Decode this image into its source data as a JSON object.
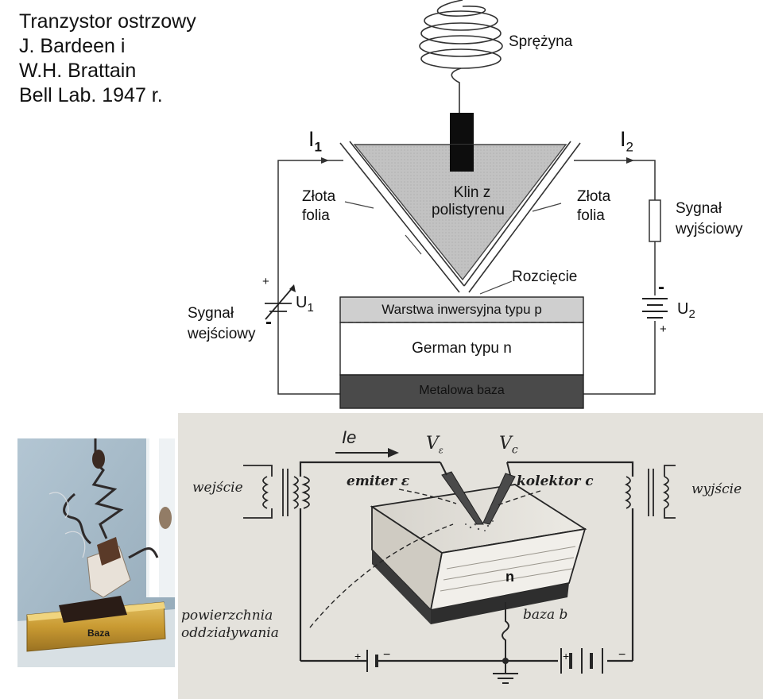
{
  "title": {
    "lines": [
      "Tranzystor ostrzowy",
      "J. Bardeen i",
      "W.H. Brattain",
      "Bell Lab. 1947 r."
    ]
  },
  "top_diagram": {
    "spring_label": "Sprężyna",
    "current_in": {
      "symbol": "I",
      "subscript": "1"
    },
    "current_out": {
      "symbol": "I",
      "subscript": "2"
    },
    "wedge_label_line1": "Klin z",
    "wedge_label_line2": "polistyrenu",
    "gold_foil_left_line1": "Złota",
    "gold_foil_left_line2": "folia",
    "gold_foil_right_line1": "Złota",
    "gold_foil_right_line2": "folia",
    "output_signal_line1": "Sygnał",
    "output_signal_line2": "wyjściowy",
    "input_signal_line1": "Sygnał",
    "input_signal_line2": "wejściowy",
    "cut_label": "Rozcięcie",
    "source_u1": {
      "symbol": "U",
      "subscript": "1"
    },
    "source_u2": {
      "symbol": "U",
      "subscript": "2"
    },
    "plus_sign": "+",
    "minus_sign": "-",
    "layer_inversion": "Warstwa inwersyjna typu p",
    "layer_germanium": "German typu n",
    "layer_metal_base": "Metalowa baza",
    "colors": {
      "wedge": "#b9b9b9",
      "base_metal": "#4a4a4a",
      "inversion_layer": "#cfcfcf"
    }
  },
  "photo": {
    "base_label": "Baza"
  },
  "bottom_diagram": {
    "current_label": "Ie",
    "emitter_voltage": "V",
    "emitter_voltage_sub": "ε",
    "collector_voltage": "V",
    "collector_voltage_sub": "c",
    "input_label": "wejście",
    "output_label": "wyjście",
    "emitter_label": "emiter ε",
    "collector_label": "kolektor c",
    "n_label": "n",
    "base_label": "baza b",
    "surface_line1": "powierzchnia",
    "surface_line2": "oddziaływania",
    "plus_sign": "+",
    "minus_sign": "−"
  }
}
